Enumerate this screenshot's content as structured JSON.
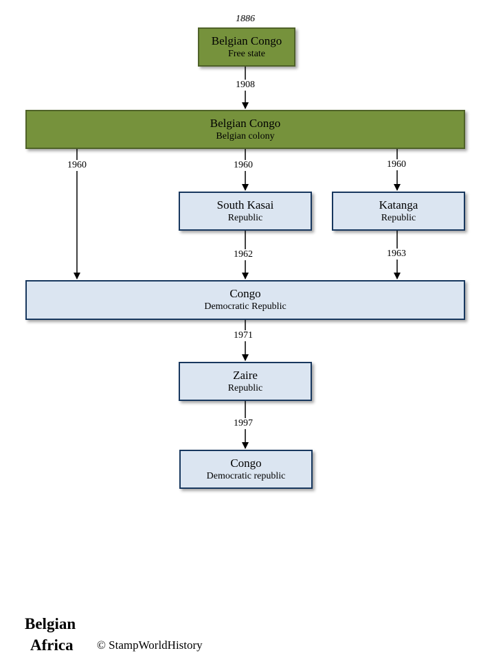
{
  "nodes": {
    "belgian_congo_free_state": {
      "title": "Belgian Congo",
      "subtitle": "Free state",
      "color": "#76923c"
    },
    "belgian_congo_colony": {
      "title": "Belgian Congo",
      "subtitle": "Belgian colony",
      "color": "#76923c"
    },
    "south_kasai": {
      "title": "South Kasai",
      "subtitle": "Republic",
      "color": "#dbe5f1"
    },
    "katanga": {
      "title": "Katanga",
      "subtitle": "Republic",
      "color": "#dbe5f1"
    },
    "congo_dr": {
      "title": "Congo",
      "subtitle": "Democratic Republic",
      "color": "#dbe5f1"
    },
    "zaire": {
      "title": "Zaire",
      "subtitle": "Republic",
      "color": "#dbe5f1"
    },
    "congo_dr_1997": {
      "title": "Congo",
      "subtitle": "Democratic republic",
      "color": "#dbe5f1"
    }
  },
  "labels": {
    "start_year": "1886",
    "y1908": "1908",
    "y1960_left": "1960",
    "y1960_mid": "1960",
    "y1960_right": "1960",
    "y1962": "1962",
    "y1963": "1963",
    "y1971": "1971",
    "y1997": "1997"
  },
  "edges": [
    {
      "from": "belgian_congo_free_state",
      "to": "belgian_congo_colony",
      "year": "1908"
    },
    {
      "from": "belgian_congo_colony",
      "to": "congo_dr",
      "year": "1960"
    },
    {
      "from": "belgian_congo_colony",
      "to": "south_kasai",
      "year": "1960"
    },
    {
      "from": "belgian_congo_colony",
      "to": "katanga",
      "year": "1960"
    },
    {
      "from": "south_kasai",
      "to": "congo_dr",
      "year": "1962"
    },
    {
      "from": "katanga",
      "to": "congo_dr",
      "year": "1963"
    },
    {
      "from": "congo_dr",
      "to": "zaire",
      "year": "1971"
    },
    {
      "from": "zaire",
      "to": "congo_dr_1997",
      "year": "1997"
    }
  ],
  "footer": {
    "title_line1": "Belgian",
    "title_line2": "Africa",
    "copyright": "© StampWorldHistory"
  }
}
